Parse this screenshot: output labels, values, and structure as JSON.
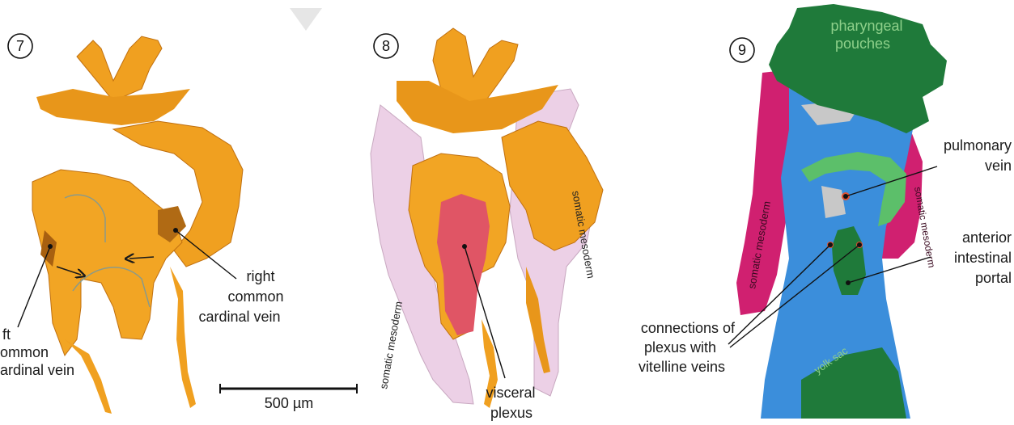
{
  "colors": {
    "vein_orange": "#f0a020",
    "mesoderm_pink": "#e8c8e0",
    "somatic_magenta": "#d02070",
    "endoderm_blue": "#3a8fdc",
    "pharyngeal_green": "#1f7a3a",
    "pulmonary_green": "#5cbf6a",
    "visceral_red": "#e05060"
  },
  "panels": [
    {
      "number": "7",
      "labels": {
        "right_ccv": [
          "right",
          "common",
          "cardinal vein"
        ],
        "left_ccv": [
          "ft",
          "ommon",
          "ardinal vein"
        ]
      }
    },
    {
      "number": "8",
      "labels": {
        "somatic_left": "somatic mesoderm",
        "somatic_right": "somatic mesoderm",
        "visceral_plexus": [
          "visceral",
          "plexus"
        ]
      }
    },
    {
      "number": "9",
      "labels": {
        "pharyngeal_pouches": [
          "pharyngeal",
          "pouches"
        ],
        "pulmonary_vein": [
          "pulmonary",
          "vein"
        ],
        "anterior_intestinal_portal": [
          "anterior",
          "intestinal",
          "portal"
        ],
        "connections": [
          "connections of",
          "plexus with",
          "vitelline veins"
        ],
        "somatic_mesoderm": "somatic mesoderm",
        "somatic_mesoderm_right": "somatic mesoderm",
        "yolk_sac": "yolk sac"
      }
    }
  ],
  "scale_bar": {
    "label": "500 µm"
  }
}
